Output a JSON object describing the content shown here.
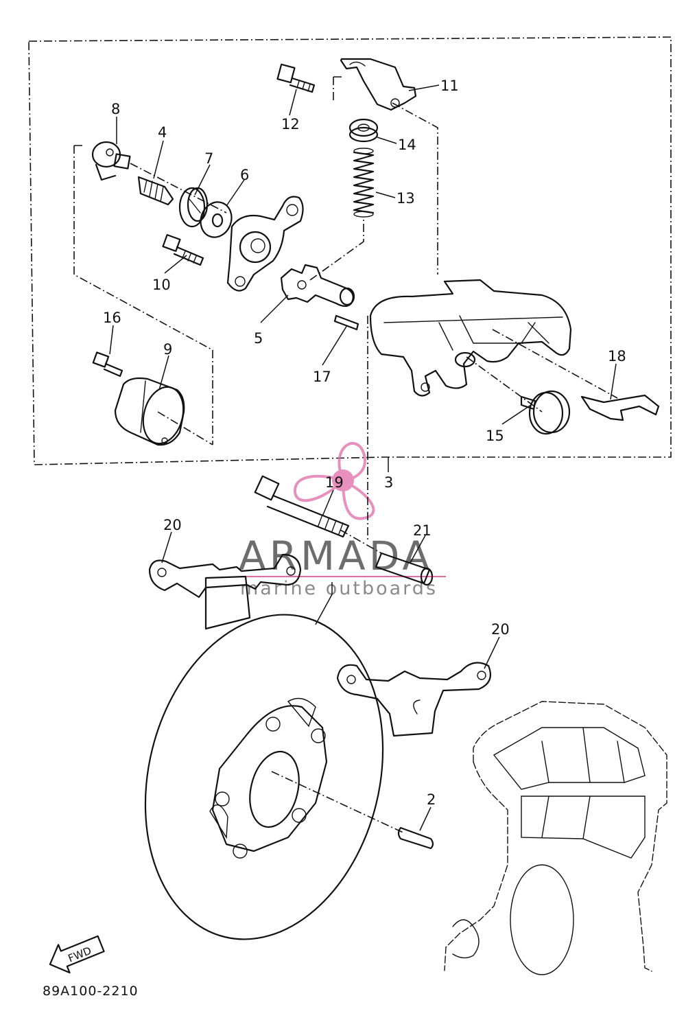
{
  "diagram": {
    "part_code": "89A100-2210",
    "fwd_label": "FWD",
    "watermark": {
      "brand": "ARMADA",
      "tagline": "marine outboards",
      "accent": "#e06aa8"
    },
    "callouts": {
      "n2": "2",
      "n3": "3",
      "n4": "4",
      "n5": "5",
      "n6": "6",
      "n7": "7",
      "n8": "8",
      "n9": "9",
      "n10": "10",
      "n11": "11",
      "n12": "12",
      "n13": "13",
      "n14": "14",
      "n15": "15",
      "n16": "16",
      "n17": "17",
      "n18": "18",
      "n19": "19",
      "n20a": "20",
      "n20b": "20",
      "n21": "21"
    }
  }
}
